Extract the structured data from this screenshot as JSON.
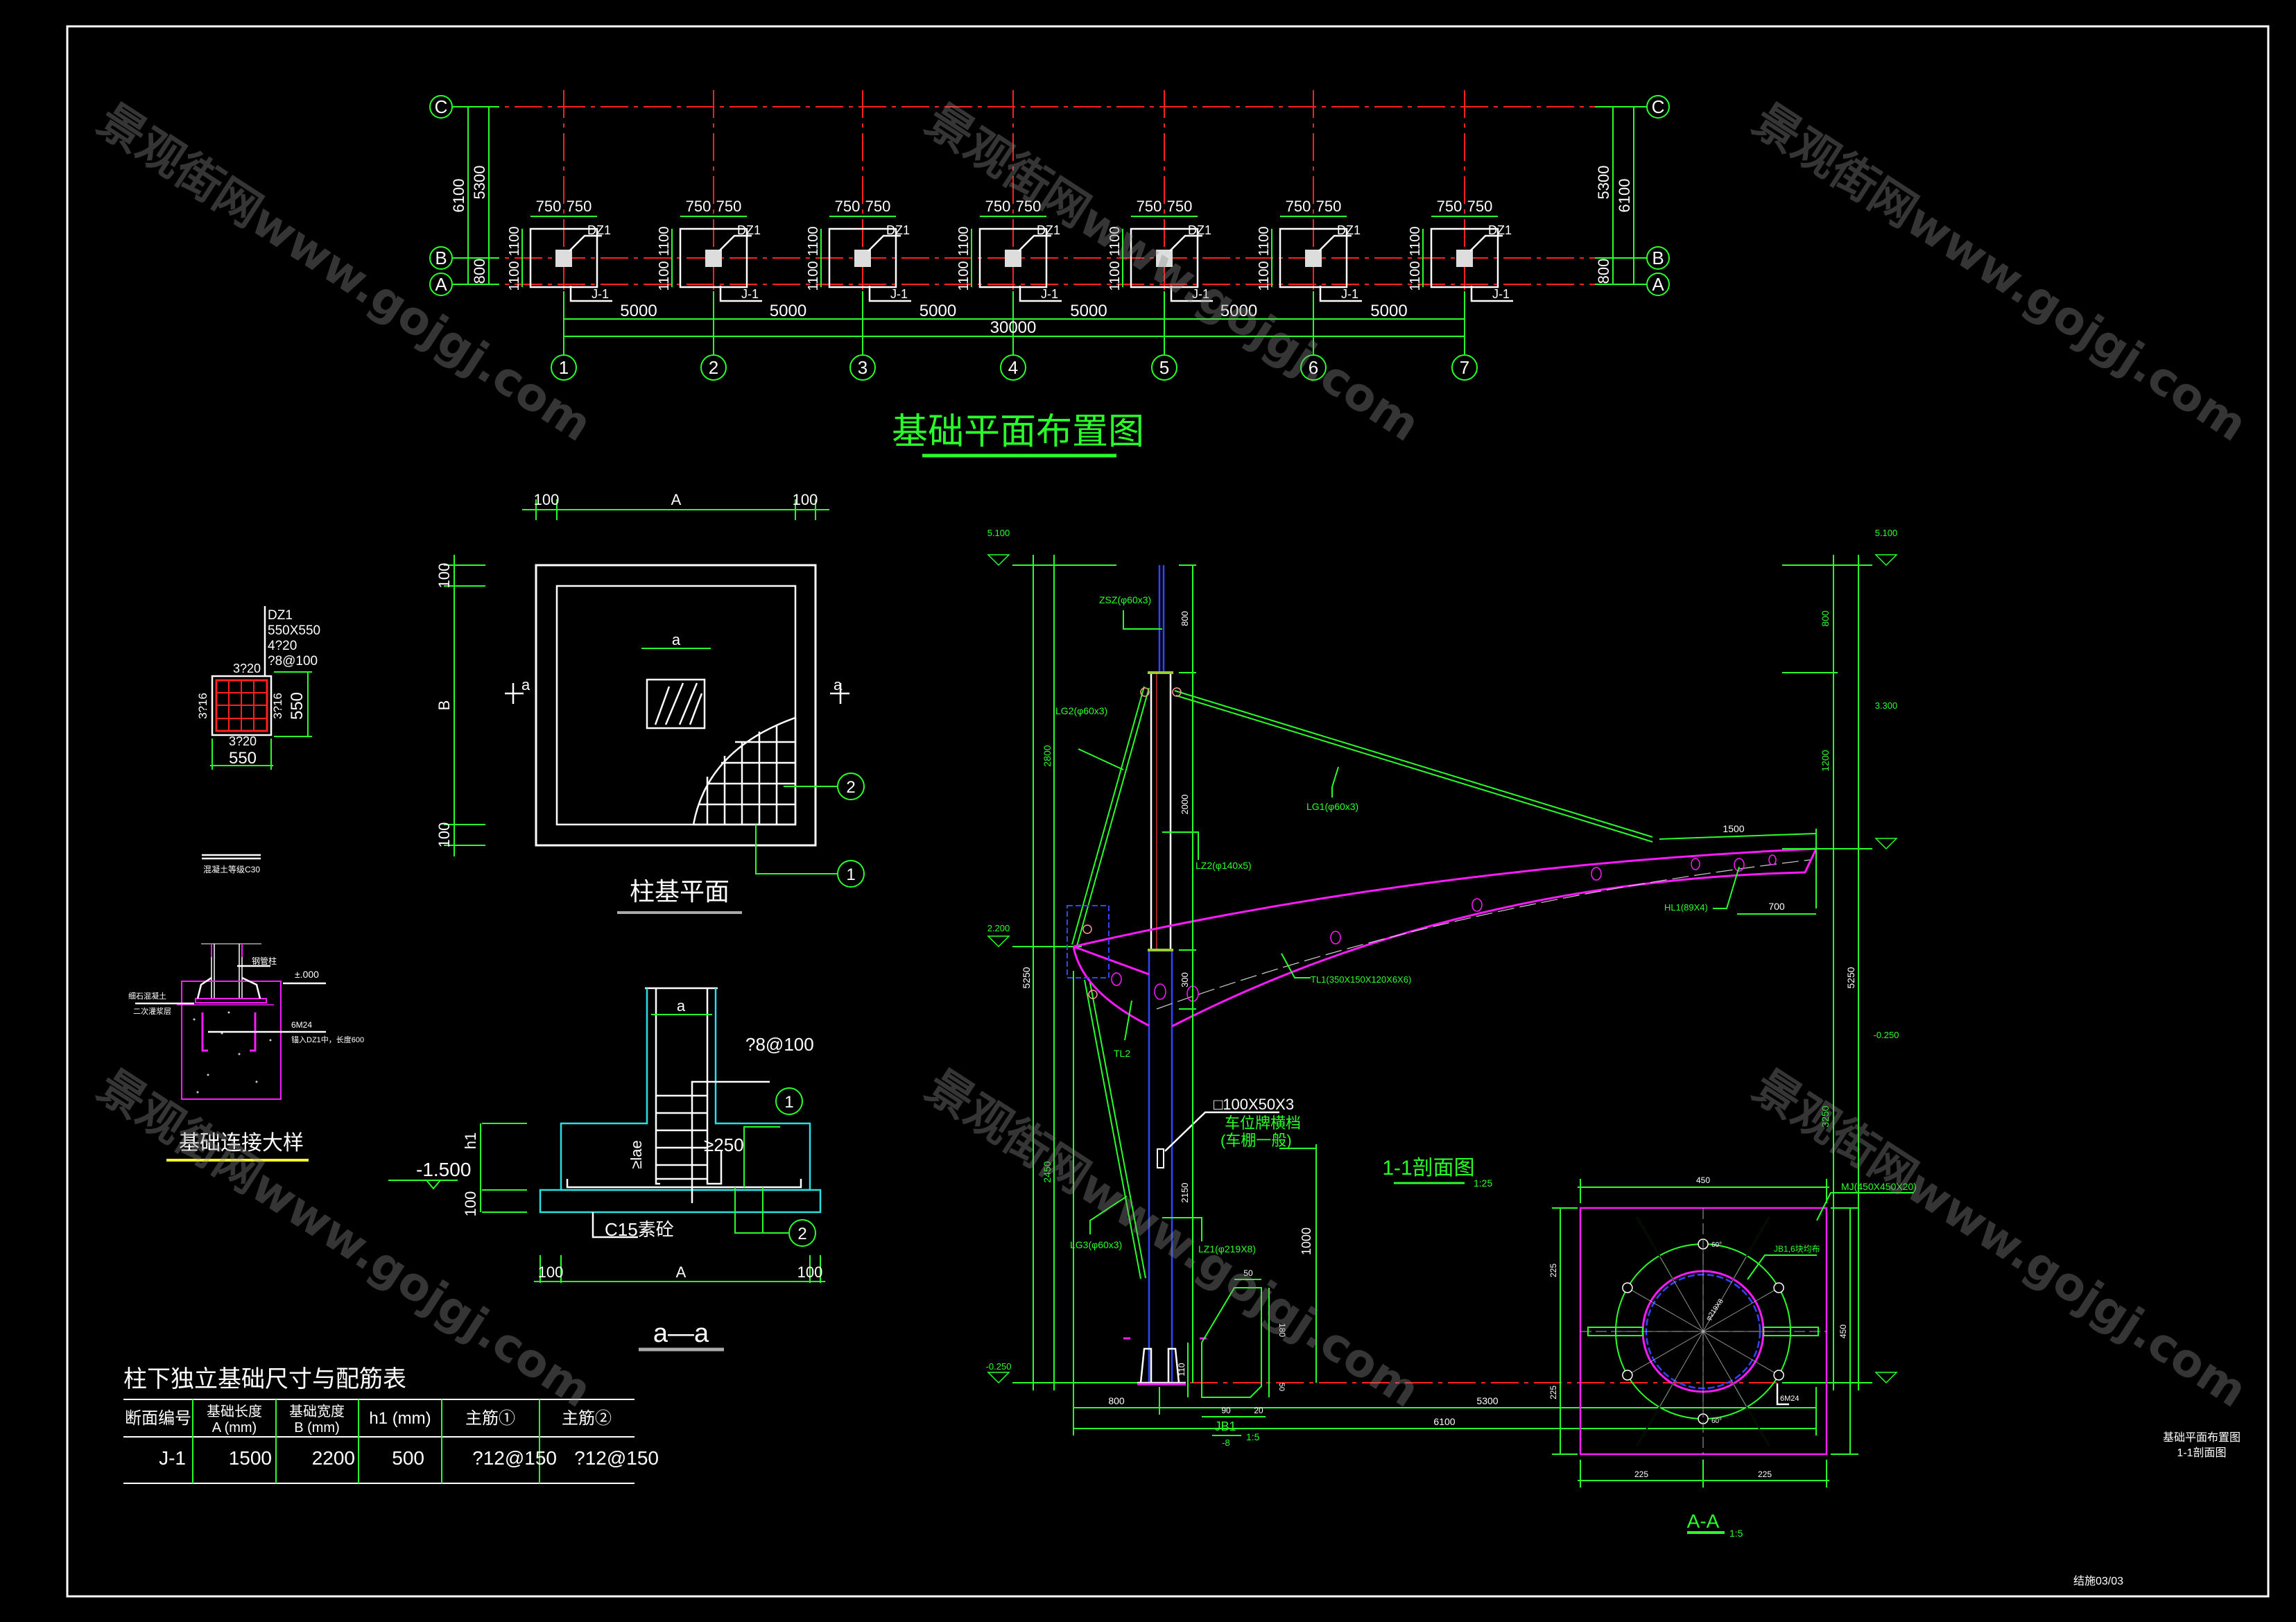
{
  "watermark": "景观街网www.gojgj.com",
  "plan": {
    "title": "基础平面布置图",
    "rows": [
      "C",
      "B",
      "A"
    ],
    "cols": [
      "1",
      "2",
      "3",
      "4",
      "5",
      "6",
      "7"
    ],
    "bay_dim": "5000",
    "total_dim": "30000",
    "dim_6100": "6100",
    "dim_5300": "5300",
    "dim_800": "800",
    "half_w": "750",
    "half_h": "1100",
    "column_tag": "DZ1",
    "footing_tag": "J-1"
  },
  "dz1": {
    "label_lines": [
      "DZ1",
      "550X550",
      "4?20",
      "?8@100"
    ],
    "top_bars": "3?20",
    "bottom_bars": "3?20",
    "left_bars": "3?16",
    "right_bars": "3?16",
    "dim_w": "550",
    "dim_h": "550",
    "concrete_note": "混凝土等级C30"
  },
  "connection": {
    "title": "基础连接大样",
    "column": "钢管柱",
    "elev": "±.000",
    "grout_1": "细石混凝土",
    "grout_2": "二次灌浆层",
    "bolts": "6M24",
    "bolt_note": "锚入DZ1中，长度600"
  },
  "pier_plan": {
    "title": "柱基平面",
    "dim_100": "100",
    "dim_A": "A",
    "dim_B": "B",
    "col_a": "a",
    "sec_mark": "a",
    "callout_1": "1",
    "callout_2": "2"
  },
  "section_aa": {
    "title": "a—a",
    "col_a": "a",
    "stirrup": "?8@100",
    "elev": "-1.500",
    "h1": "h1",
    "dim_100": "100",
    "lae": "≥lae",
    "dim_250": "≥250",
    "concrete": "C15素砼",
    "dim_A": "A",
    "callout_1": "1",
    "callout_2": "2"
  },
  "table": {
    "title": "柱下独立基础尺寸与配筋表",
    "headers": [
      "断面编号",
      "基础长度 A (mm)",
      "基础宽度 B (mm)",
      "h1 (mm)",
      "主筋①",
      "主筋②"
    ],
    "rows": [
      [
        "J-1",
        "1500",
        "2200",
        "500",
        "?12@150",
        "?12@150"
      ]
    ]
  },
  "section_11": {
    "title": "1-1剖面图",
    "scale": "1:25",
    "levels": {
      "top_left": "5.100",
      "mid_left": "2.200",
      "bottom_left": "-0.250",
      "top_right": "5.100",
      "mid_right": "3.300",
      "bottom_right": "-0.250"
    },
    "members": {
      "zsz": "ZSZ(φ60x3)",
      "lg2": "LG2(φ60x3)",
      "lg1": "LG1(φ60x3)",
      "lz2": "LZ2(φ140x5)",
      "tl1": "TL1(350X150X120X6X6)",
      "tl2": "TL2",
      "hl1": "HL1(89X4)",
      "lg3": "LG3(φ60x3)",
      "lz1": "LZ1(φ219X8)",
      "tube": "□100X50X3",
      "stop_1": "车位牌横档",
      "stop_2": "(车棚一般)"
    },
    "dims": {
      "left_2800": "2800",
      "left_2450": "2450",
      "left_5250": "5250",
      "col_800": "800",
      "col_2000": "2000",
      "col_300": "300",
      "col_2150": "2150",
      "right_800": "800",
      "right_1200": "1200",
      "right_3250": "3250",
      "right_5250": "5250",
      "d1500": "1500",
      "d700": "700",
      "d1000": "1000",
      "bot_800": "800",
      "bot_5300": "5300",
      "bot_6100": "6100"
    }
  },
  "jb1": {
    "title": "JB1",
    "thickness": "-8",
    "scale": "1:5",
    "dims": {
      "top": "50",
      "right": "180",
      "left": "110",
      "right_small": "50",
      "bottom": "90",
      "bottom_small": "20"
    }
  },
  "base_plate": {
    "title": "A-A",
    "scale": "1:5",
    "plate": "MJ(450X450X20)",
    "stiffener": "JB1,6块均布",
    "pipe": "φ219X8",
    "bolts": "6M24",
    "angle": "60°",
    "dim_450": "450",
    "dim_225": "225"
  },
  "notes": [
    "基础平面布置图",
    "1-1剖面图"
  ],
  "sheet_no": "结施03/03"
}
